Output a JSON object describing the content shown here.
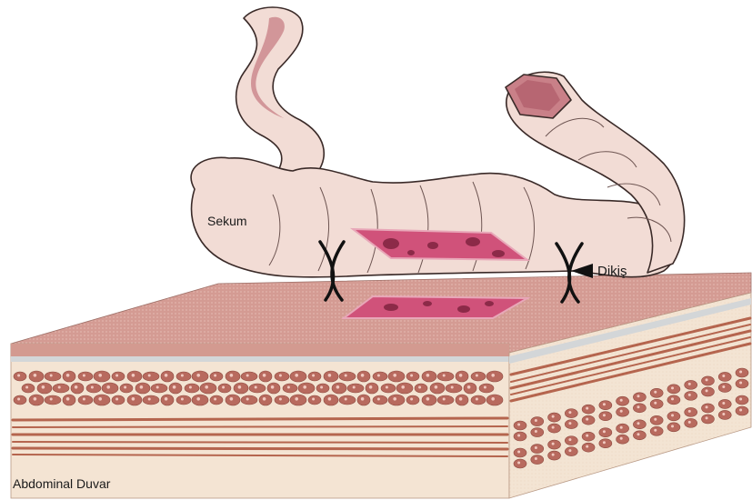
{
  "labels": {
    "cecum": "Sekum",
    "suture": "Dikiş",
    "abdominal_wall": "Abdominal Duvar"
  },
  "colors": {
    "bowel_fill": "#f2dcd5",
    "bowel_outline": "#3a2a28",
    "bowel_shade": "#c9848a",
    "abrasion": "#d0527a",
    "wall_surface": "#d69a92",
    "fat_layer": "#f4e2cd",
    "muscle": "#b8654d",
    "peritoneum": "#cfd3d6"
  },
  "icons": {
    "suture": "x-mark-icon",
    "pointer": "arrowhead-icon"
  }
}
